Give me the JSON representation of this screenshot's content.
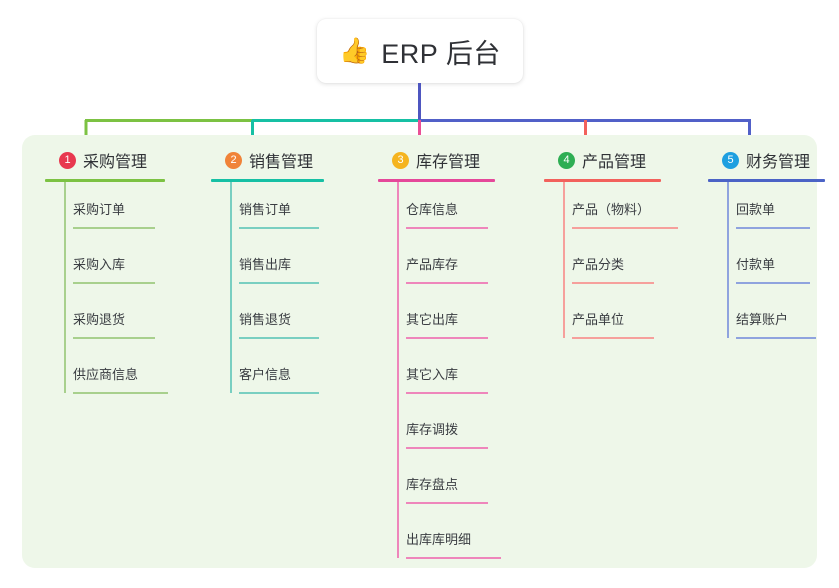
{
  "root": {
    "icon": "thumbs-up-icon",
    "icon_glyph": "👍",
    "title": "ERP 后台"
  },
  "palette": {
    "panel_bg": "#eef7e9",
    "page_bg": "#ffffff",
    "text": "#2f3136",
    "item_text": "#3a3d42",
    "trunk_blue": "#4e56c0",
    "branch_green": "#7cc243",
    "branch_teal": "#16c0a4",
    "branch_blue": "#5160c8",
    "drop_green": "#7cc243",
    "drop_teal": "#16c0a4",
    "drop_pink": "#ea4f96",
    "drop_red": "#f2615c",
    "drop_blue": "#5160c8"
  },
  "columns": [
    {
      "index": "1",
      "title": "采购管理",
      "badge_color": "#e8384f",
      "line_color": "#7cc243",
      "item_line_color": "#a8d08d",
      "rule_width": 120,
      "items": [
        {
          "label": "采购订单",
          "underline_width": 82
        },
        {
          "label": "采购入库",
          "underline_width": 82
        },
        {
          "label": "采购退货",
          "underline_width": 82
        },
        {
          "label": "供应商信息",
          "underline_width": 95
        }
      ]
    },
    {
      "index": "2",
      "title": "销售管理",
      "badge_color": "#f08338",
      "line_color": "#16c0a4",
      "item_line_color": "#79cfc1",
      "rule_width": 113,
      "items": [
        {
          "label": "销售订单",
          "underline_width": 80
        },
        {
          "label": "销售出库",
          "underline_width": 80
        },
        {
          "label": "销售退货",
          "underline_width": 80
        },
        {
          "label": "客户信息",
          "underline_width": 80
        }
      ]
    },
    {
      "index": "3",
      "title": "库存管理",
      "badge_color": "#f5b41f",
      "line_color": "#e5489a",
      "item_line_color": "#ee86bb",
      "rule_width": 117,
      "items": [
        {
          "label": "仓库信息",
          "underline_width": 82
        },
        {
          "label": "产品库存",
          "underline_width": 82
        },
        {
          "label": "其它出库",
          "underline_width": 82
        },
        {
          "label": "其它入库",
          "underline_width": 82
        },
        {
          "label": "库存调拨",
          "underline_width": 82
        },
        {
          "label": "库存盘点",
          "underline_width": 82
        },
        {
          "label": "出库库明细",
          "underline_width": 95
        }
      ]
    },
    {
      "index": "4",
      "title": "产品管理",
      "badge_color": "#2eae54",
      "line_color": "#f2615c",
      "item_line_color": "#f6a09c",
      "rule_width": 117,
      "items": [
        {
          "label": "产品（物料）",
          "underline_width": 106
        },
        {
          "label": "产品分类",
          "underline_width": 82
        },
        {
          "label": "产品单位",
          "underline_width": 82
        }
      ]
    },
    {
      "index": "5",
      "title": "财务管理",
      "badge_color": "#1e9fe0",
      "line_color": "#4b63c6",
      "item_line_color": "#8fa3de",
      "rule_width": 117,
      "items": [
        {
          "label": "回款单",
          "underline_width": 74
        },
        {
          "label": "付款单",
          "underline_width": 74
        },
        {
          "label": "结算账户",
          "underline_width": 80
        }
      ]
    }
  ]
}
